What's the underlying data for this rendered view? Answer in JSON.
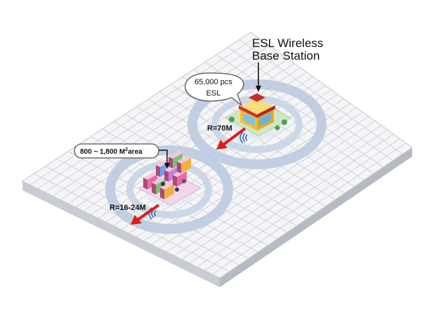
{
  "title": {
    "line1": "ESL Wireless",
    "line2": "Base Station"
  },
  "callout_store": {
    "line1": "65,000 pcs",
    "line2": "ESL"
  },
  "callout_area": {
    "main": "800 ~ 1,800 M",
    "superscript": "2",
    "suffix": "area"
  },
  "radius_large": "R=70M",
  "radius_small": "R=16-24M",
  "colors": {
    "floor": "#f4f4f6",
    "grid": "#cdd0d6",
    "ring": "#b9c7dd",
    "arrow": "#e01b1b",
    "wifi": "#3b6fb8"
  }
}
